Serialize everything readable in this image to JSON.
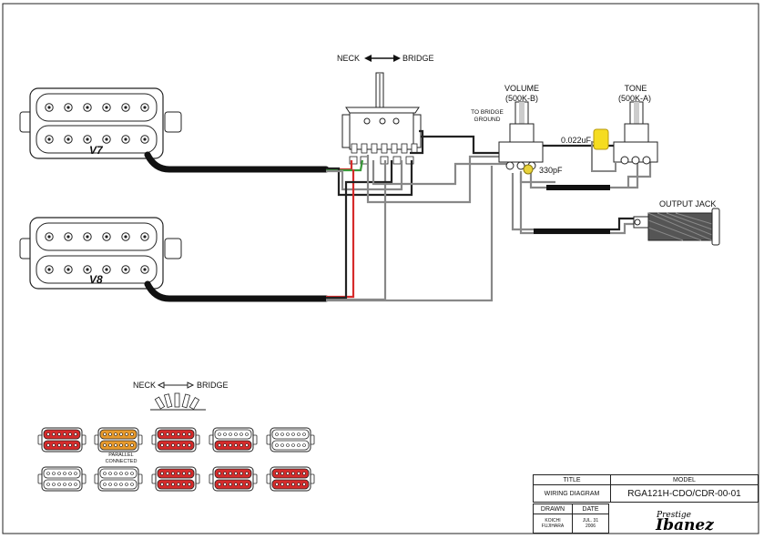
{
  "labels": {
    "neck": "NECK",
    "bridge": "BRIDGE",
    "to_bridge_ground": "TO BRIDGE\nGROUND",
    "volume": "VOLUME",
    "volume_value": "(500K-B)",
    "tone": "TONE",
    "tone_value": "(500K-A)",
    "cap_tone": "0.022uF",
    "cap_vol": "330pF",
    "output_jack": "OUTPUT JACK",
    "pickup_neck": "V7",
    "pickup_bridge": "V8",
    "legend_neck": "NECK",
    "legend_bridge": "BRIDGE",
    "parallel": "PARALLEL\nCONNECTED"
  },
  "title_block": {
    "title_header": "TITLE",
    "model_header": "MODEL",
    "title_value": "WIRING DIAGRAM",
    "model_value": "RGA121H-CDO/CDR-00-01",
    "drawn_header": "DRAWN",
    "date_header": "DATE",
    "drawn_value": "KOICHI\nFUJIHARA",
    "date_value": "JUL. 31\n2006",
    "brand_sub": "Prestige",
    "brand": "Ibanez"
  },
  "legend_rows": [
    [
      "red-red",
      "orange-orange",
      "red-red",
      "white-red",
      "white-white"
    ],
    [
      "white-white",
      "white-white",
      "red-red",
      "red-red",
      "red-red"
    ]
  ],
  "colors": {
    "red": "#d62b2b",
    "orange": "#e89a2c",
    "white": "#ffffff",
    "yellow": "#f5dc20",
    "brand_blue": "#1a3a8a"
  }
}
